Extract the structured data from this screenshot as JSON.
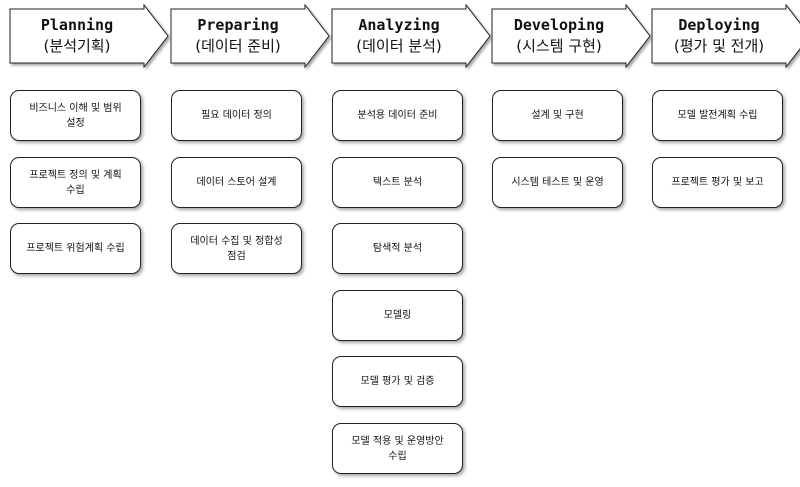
{
  "phases": [
    {
      "name": "Planning",
      "sub": "(분석기획)",
      "tasks": [
        "비즈니스 이해 및 범위 설정",
        "프로젝트 정의 및 계획 수립",
        "프로젝트 위험계획 수립"
      ]
    },
    {
      "name": "Preparing",
      "sub": "(데이터 준비)",
      "tasks": [
        "필요 데이터 정의",
        "데이터 스토어 설계",
        "데이터 수집 및 정합성 점검"
      ]
    },
    {
      "name": "Analyzing",
      "sub": "(데이터 분석)",
      "tasks": [
        "분석용 데이터 준비",
        "텍스트 분석",
        "탐색적 분석",
        "모델링",
        "모델 평가 및 검증",
        "모델 적용 및 운영방안 수립"
      ]
    },
    {
      "name": "Developing",
      "sub": "(시스템 구현)",
      "tasks": [
        "설계 및 구현",
        "시스템 테스트 및 운영"
      ]
    },
    {
      "name": "Deploying",
      "sub": "(평가 및 전개)",
      "tasks": [
        "모델 발전계획 수립",
        "프로젝트 평가 및 보고"
      ]
    }
  ]
}
